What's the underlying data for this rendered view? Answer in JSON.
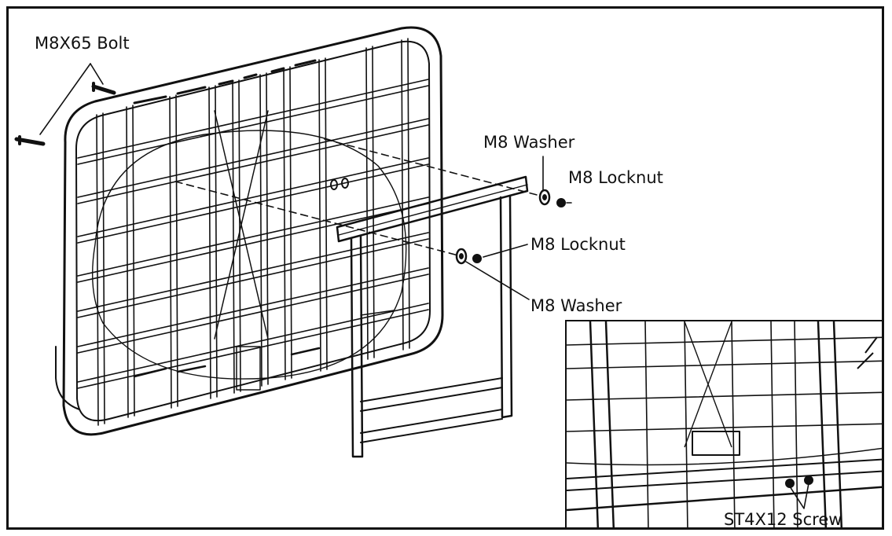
{
  "labels": {
    "bolt": "M8X65 Bolt",
    "washer_top": "M8 Washer",
    "locknut_top": "M8 Locknut",
    "locknut_mid": "M8 Locknut",
    "washer_mid": "M8 Washer",
    "screw": "ST4X12 Screw"
  },
  "colors": {
    "line": "#111111",
    "background": "#ffffff"
  }
}
